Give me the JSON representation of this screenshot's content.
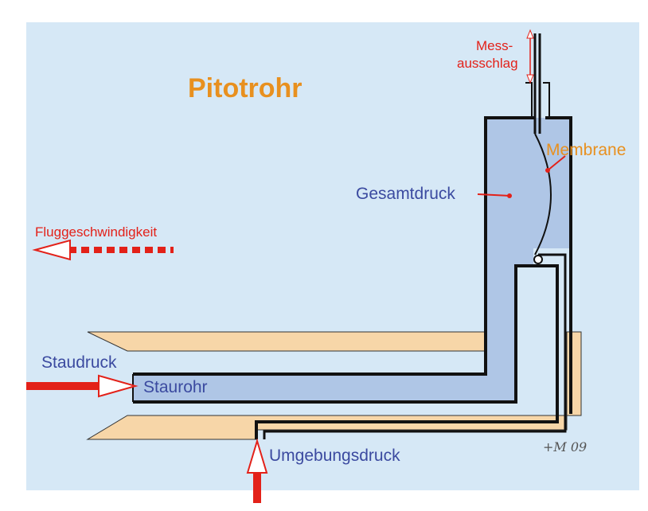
{
  "diagram": {
    "title": "Pitotrohr",
    "labels": {
      "mess_line1": "Mess-",
      "mess_line2": "ausschlag",
      "membrane": "Membrane",
      "gesamtdruck": "Gesamtdruck",
      "fluggeschwindigkeit": "Fluggeschwindigkeit",
      "staudruck": "Staudruck",
      "staurohr": "Staurohr",
      "umgebungsdruck": "Umgebungsdruck",
      "signature": "+M 09"
    },
    "colors": {
      "background": "#d6e8f6",
      "tube_fill": "#afc6e6",
      "wall_fill": "#f7d6a8",
      "red": "#e32119",
      "blue": "#3b4aa0",
      "orange": "#e8901f"
    }
  }
}
